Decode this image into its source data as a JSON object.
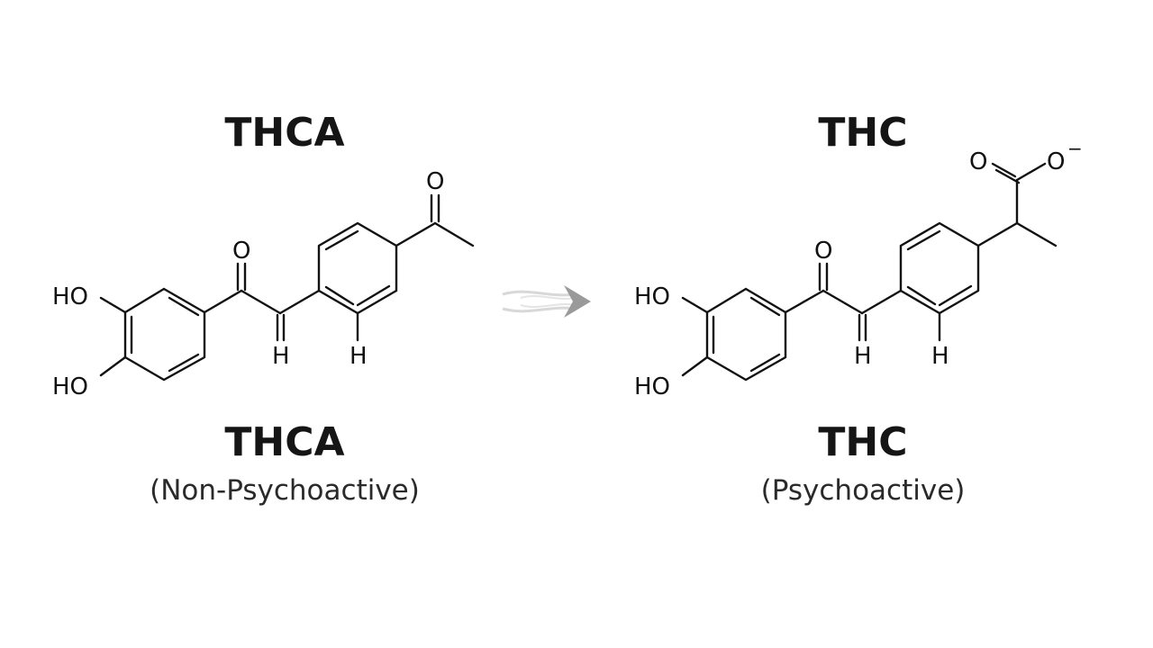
{
  "left": {
    "top_label": "THCA",
    "name": "THCA",
    "description": "(Non-Psychoactive)",
    "atoms": {
      "ho_top": "HO",
      "ho_bottom": "HO",
      "keto_o": "O",
      "vinyl_h": "H",
      "ring_h": "H",
      "acetyl_o": "O"
    }
  },
  "right": {
    "top_label": "THC",
    "name": "THC",
    "description": "(Psychoactive)",
    "atoms": {
      "ho_top": "HO",
      "ho_bottom": "HO",
      "keto_o": "O",
      "vinyl_h": "H",
      "ring_h": "H",
      "carboxyl_o": "O",
      "carboxylate_o": "O",
      "charge": "−"
    }
  },
  "arrow": {
    "icon": "conversion-arrow-icon",
    "color": "#9a9a9a"
  }
}
